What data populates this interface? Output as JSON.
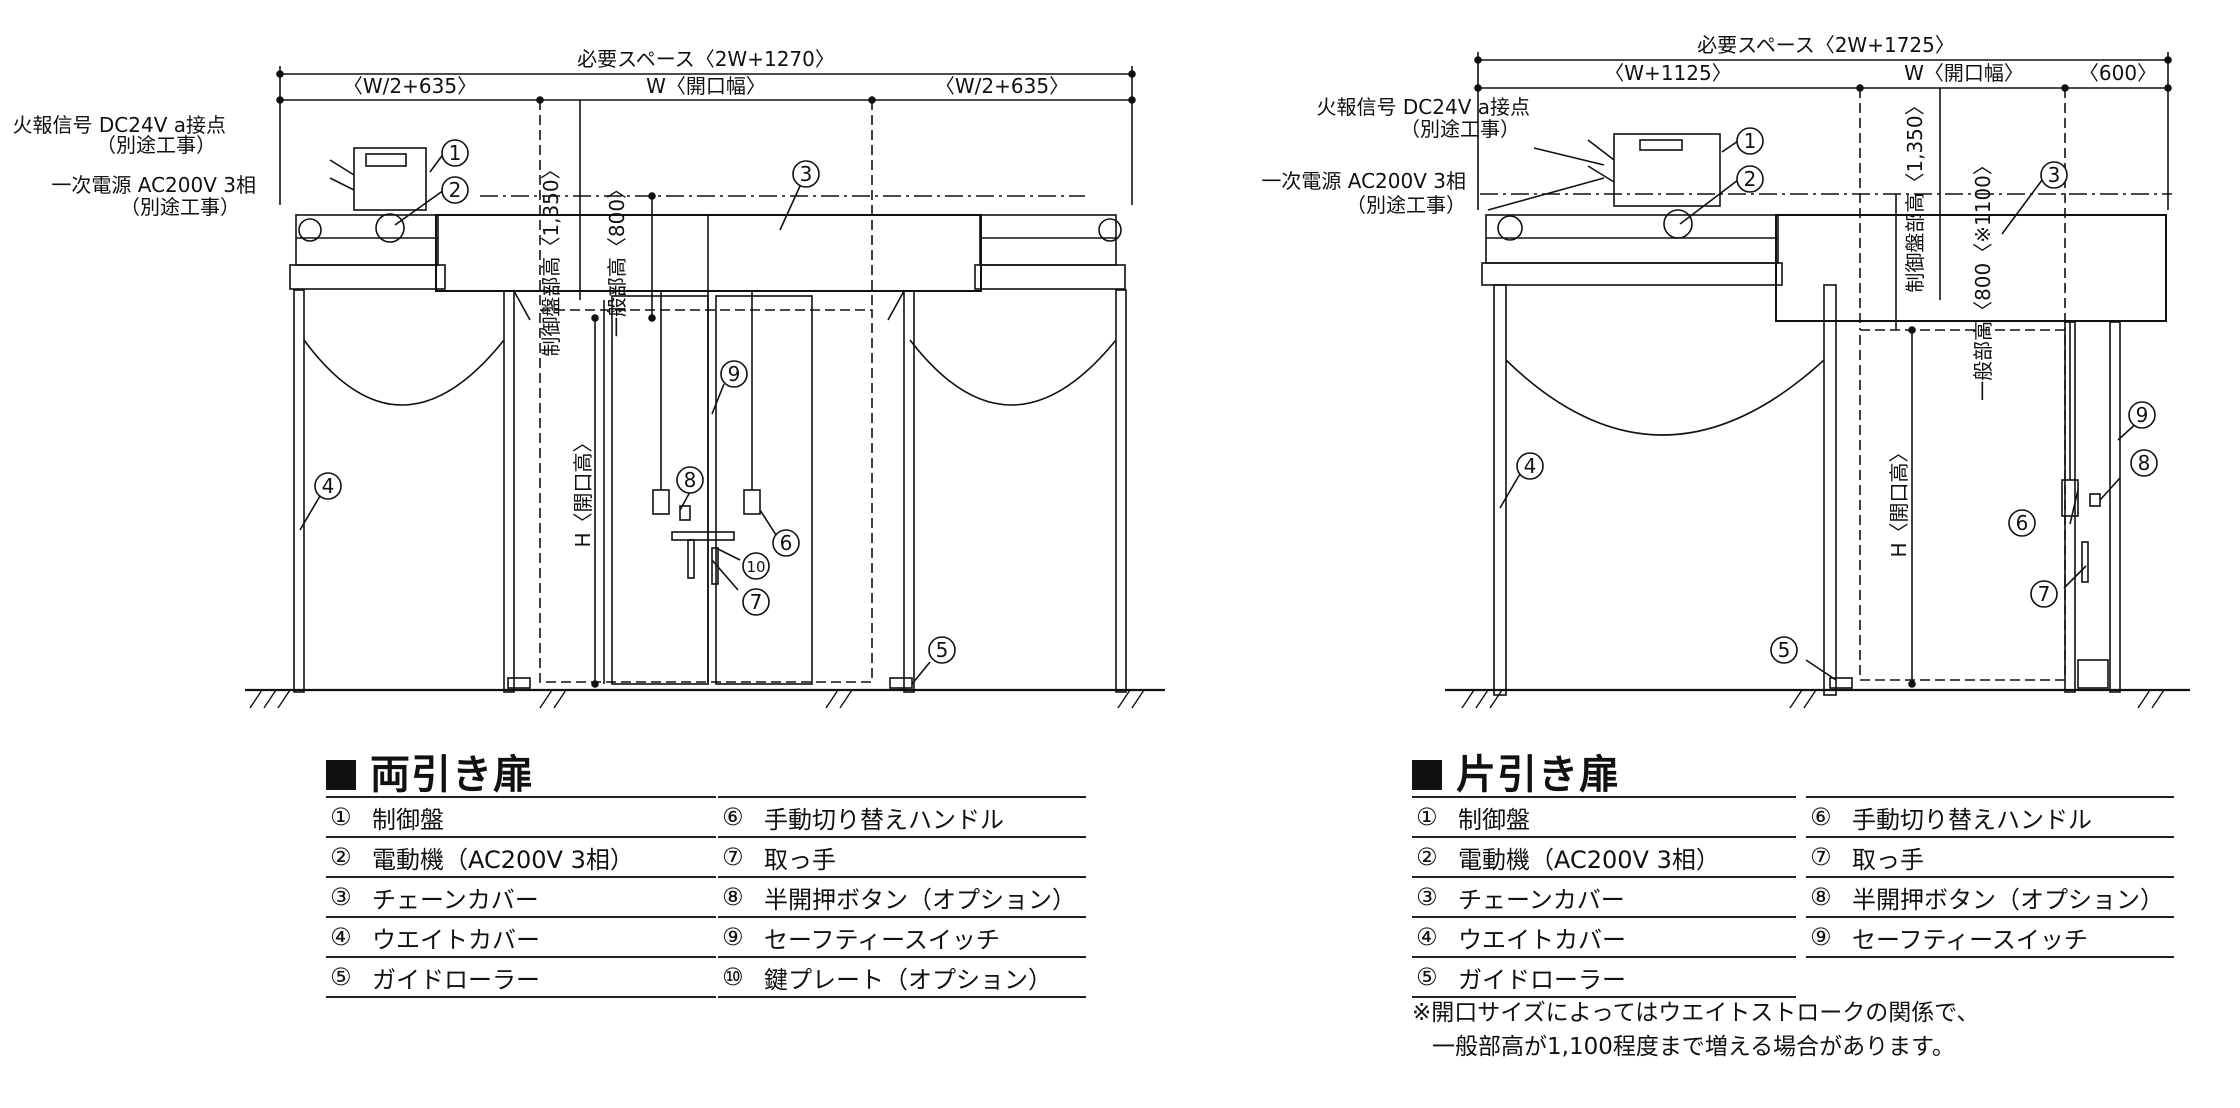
{
  "left": {
    "title": "両引き扉",
    "dims": {
      "overall": "必要スペース〈2W+1270〉",
      "left": "〈W/2+635〉",
      "center": "W〈開口幅〉",
      "right": "〈W/2+635〉",
      "control_height": "制御盤部高〈1,350〉",
      "general_height": "一般部高〈800〉",
      "opening_height": "H〈開口高〉"
    },
    "notes": {
      "fire_signal": "火報信号 DC24V a接点",
      "fire_signal_sub": "（別途工事）",
      "power": "一次電源 AC200V 3相",
      "power_sub": "（別途工事）"
    },
    "parts": [
      {
        "no": "①",
        "name": "制御盤"
      },
      {
        "no": "②",
        "name": "電動機（AC200V 3相）"
      },
      {
        "no": "③",
        "name": "チェーンカバー"
      },
      {
        "no": "④",
        "name": "ウエイトカバー"
      },
      {
        "no": "⑤",
        "name": "ガイドローラー"
      },
      {
        "no": "⑥",
        "name": "手動切り替えハンドル"
      },
      {
        "no": "⑦",
        "name": "取っ手"
      },
      {
        "no": "⑧",
        "name": "半開押ボタン（オプション）"
      },
      {
        "no": "⑨",
        "name": "セーフティースイッチ"
      },
      {
        "no": "⑩",
        "name": "鍵プレート（オプション）"
      }
    ]
  },
  "right": {
    "title": "片引き扉",
    "dims": {
      "overall": "必要スペース〈2W+1725〉",
      "left": "〈W+1125〉",
      "center": "W〈開口幅〉",
      "right": "〈600〉",
      "control_height": "制御盤部高〈1,350〉",
      "general_height": "一般部高〈800〈※1100〉",
      "opening_height": "H〈開口高〉"
    },
    "notes": {
      "fire_signal": "火報信号 DC24V a接点",
      "fire_signal_sub": "（別途工事）",
      "power": "一次電源 AC200V 3相",
      "power_sub": "（別途工事）"
    },
    "parts": [
      {
        "no": "①",
        "name": "制御盤"
      },
      {
        "no": "②",
        "name": "電動機（AC200V 3相）"
      },
      {
        "no": "③",
        "name": "チェーンカバー"
      },
      {
        "no": "④",
        "name": "ウエイトカバー"
      },
      {
        "no": "⑤",
        "name": "ガイドローラー"
      },
      {
        "no": "⑥",
        "name": "手動切り替えハンドル"
      },
      {
        "no": "⑦",
        "name": "取っ手"
      },
      {
        "no": "⑧",
        "name": "半開押ボタン（オプション）"
      },
      {
        "no": "⑨",
        "name": "セーフティースイッチ"
      }
    ],
    "footnote_1": "※開口サイズによってはウエイトストロークの関係で、",
    "footnote_2": "一般部高が1,100程度まで増える場合があります。"
  },
  "callouts": {
    "c1": "1",
    "c2": "2",
    "c3": "3",
    "c4": "4",
    "c5": "5",
    "c6": "6",
    "c7": "7",
    "c8": "8",
    "c9": "9",
    "c10": "10"
  }
}
